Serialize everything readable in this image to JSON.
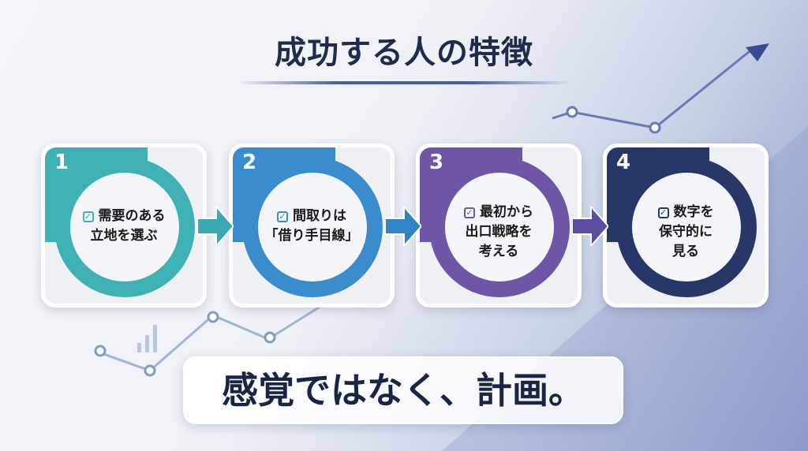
{
  "title": "成功する人の特徴",
  "steps": [
    {
      "number": "1",
      "line1": "需要のある",
      "line2": "立地を選ぶ",
      "line3": "",
      "color": "#3fb0b4"
    },
    {
      "number": "2",
      "line1": "間取りは",
      "line2": "「借り手目線」",
      "line3": "",
      "color": "#3a8ccc"
    },
    {
      "number": "3",
      "line1": "最初から",
      "line2": "出口戦略を",
      "line3": "考える",
      "color": "#6e55a6"
    },
    {
      "number": "4",
      "line1": "数字を",
      "line2": "保守的に",
      "line3": "見る",
      "color": "#283768"
    }
  ],
  "check_mark": "✓",
  "tagline": "感覚ではなく、計画。"
}
